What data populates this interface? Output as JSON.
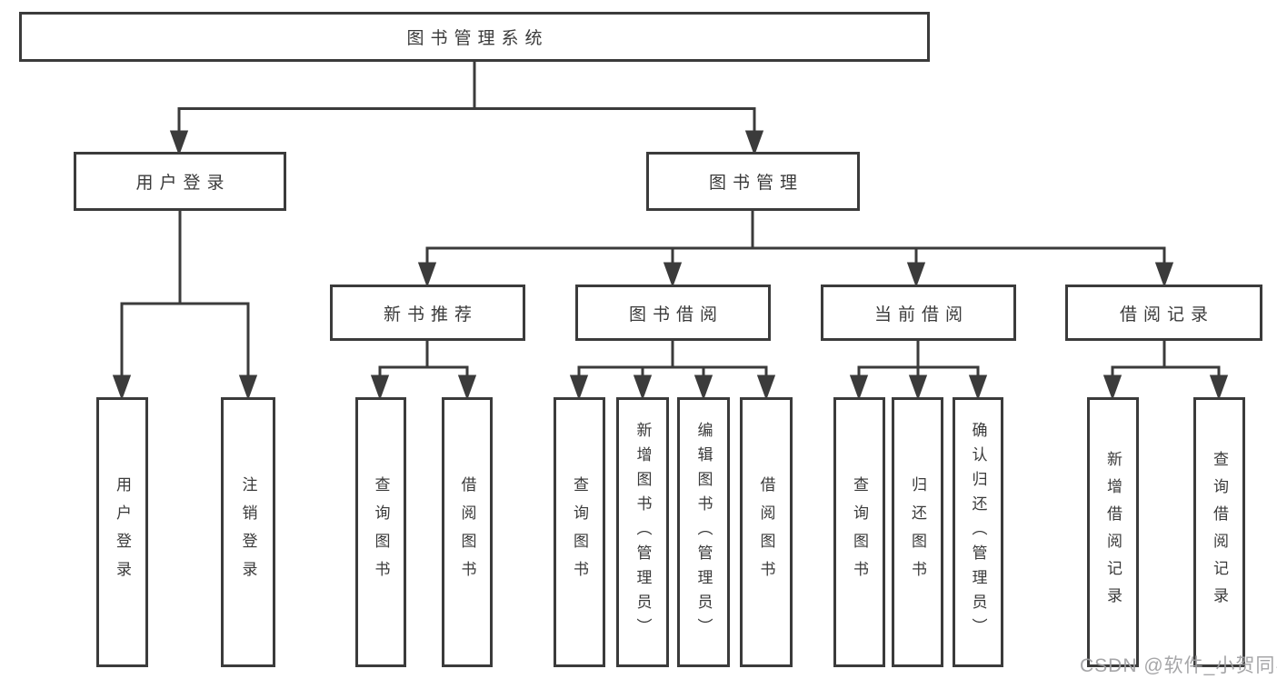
{
  "colors": {
    "line": "#3b3b3b",
    "text": "#3a3a3a",
    "background": "#ffffff",
    "watermark": "#9e9ea1"
  },
  "diagram": {
    "root": "图书管理系统",
    "level2": [
      "用户登录",
      "图书管理"
    ],
    "user_children": [
      "用户登录",
      "注销登录"
    ],
    "sections": [
      "新书推荐",
      "图书借阅",
      "当前借阅",
      "借阅记录"
    ],
    "newbook_children": [
      "查询图书",
      "借阅图书"
    ],
    "borrow_children": [
      "查询图书",
      "新增图书（管理员）",
      "编辑图书（管理员）",
      "借阅图书"
    ],
    "current_children": [
      "查询图书",
      "归还图书",
      "确认归还（管理员）"
    ],
    "record_children": [
      "新增借阅记录",
      "查询借阅记录"
    ]
  },
  "watermark": "CSDN @软件_小贺同学"
}
